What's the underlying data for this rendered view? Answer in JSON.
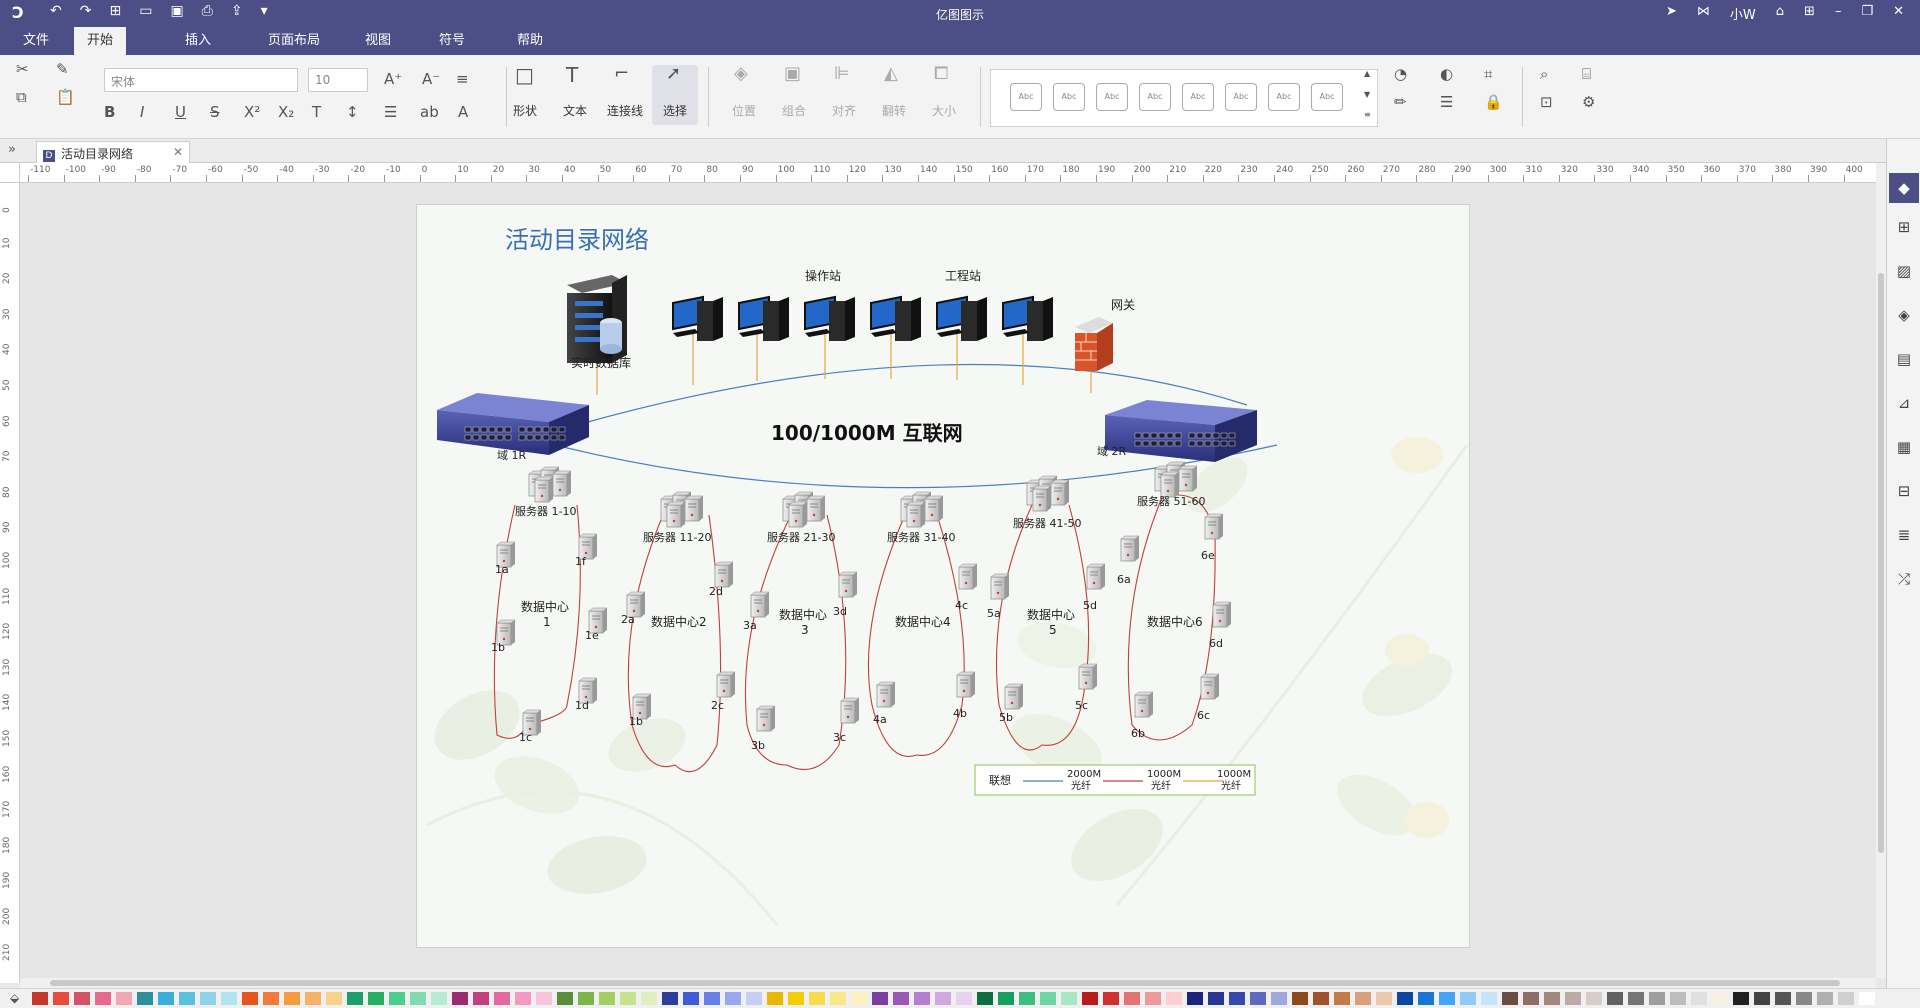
{
  "app": {
    "title": "亿图图示",
    "logo": "edraw-logo-icon"
  },
  "title_bar_right": {
    "user": "小W"
  },
  "menu": {
    "tabs": [
      "文件",
      "开始",
      "插入",
      "页面布局",
      "视图",
      "符号",
      "帮助"
    ],
    "active": "开始"
  },
  "toolbar": {
    "font_family": "宋体",
    "font_size": "10",
    "tools": [
      {
        "label": "形状",
        "icon": "square-icon"
      },
      {
        "label": "文本",
        "icon": "text-icon"
      },
      {
        "label": "连接线",
        "icon": "connector-icon"
      },
      {
        "label": "选择",
        "icon": "cursor-icon"
      }
    ],
    "arrange": [
      {
        "label": "位置",
        "icon": "layers-icon"
      },
      {
        "label": "组合",
        "icon": "group-icon"
      },
      {
        "label": "对齐",
        "icon": "align-icon"
      },
      {
        "label": "翻转",
        "icon": "flip-icon"
      },
      {
        "label": "大小",
        "icon": "size-icon"
      }
    ],
    "styles": [
      "Abc",
      "Abc",
      "Abc",
      "Abc",
      "Abc",
      "Abc",
      "Abc",
      "Abc"
    ]
  },
  "document_tab": {
    "name": "活动目录网络"
  },
  "ruler_h_labels": [
    "-110",
    "-100",
    "-90",
    "-80",
    "-70",
    "-60",
    "-50",
    "-40",
    "-30",
    "-20",
    "-10",
    "0",
    "10",
    "20",
    "30",
    "40",
    "50",
    "60",
    "70",
    "80",
    "90",
    "100",
    "110",
    "120",
    "130",
    "140",
    "150",
    "160",
    "170",
    "180",
    "190",
    "200",
    "210",
    "220",
    "230",
    "240",
    "250",
    "260",
    "270",
    "280",
    "290",
    "300",
    "310",
    "320",
    "330",
    "340",
    "350",
    "360",
    "370",
    "380",
    "390",
    "400"
  ],
  "ruler_v_labels": [
    "0",
    "10",
    "20",
    "30",
    "40",
    "50",
    "60",
    "70",
    "80",
    "90",
    "100",
    "110",
    "120",
    "130",
    "140",
    "150",
    "160",
    "170",
    "180",
    "190",
    "200",
    "210"
  ],
  "diagram": {
    "title": "活动目录网络",
    "center_label": "100/1000M 互联网",
    "db_label": "实时数据库",
    "operator_label": "操作站",
    "engineer_label": "工程站",
    "gateway_label": "网关",
    "switch_left_label": "域 1R",
    "switch_right_label": "域 2R",
    "server_groups": [
      {
        "label": "服务器 1-10",
        "dc": "数据中心\n1",
        "nodes": [
          "1a",
          "1b",
          "1c",
          "1d",
          "1e",
          "1f"
        ]
      },
      {
        "label": "服务器 11-20",
        "dc": "数据中心2",
        "nodes": [
          "2a",
          "1b",
          "2c",
          "2d"
        ]
      },
      {
        "label": "服务器 21-30",
        "dc": "数据中心\n3",
        "nodes": [
          "3a",
          "3b",
          "3c",
          "3d"
        ]
      },
      {
        "label": "服务器 31-40",
        "dc": "数据中心4",
        "nodes": [
          "4a",
          "4b",
          "4c"
        ]
      },
      {
        "label": "服务器 41-50",
        "dc": "数据中心\n5",
        "nodes": [
          "5a",
          "5b",
          "5c",
          "5d"
        ]
      },
      {
        "label": "服务器 51-60",
        "dc": "数据中心6",
        "nodes": [
          "6a",
          "6b",
          "6c",
          "6d",
          "6e"
        ]
      }
    ],
    "legend": {
      "title": "联想",
      "items": [
        {
          "label": "2000M\n光纤",
          "color": "#4a7fc1"
        },
        {
          "label": "1000M\n光纤",
          "color": "#c0403a"
        },
        {
          "label": "1000M\n光纤",
          "color": "#e2a83c"
        }
      ]
    }
  },
  "colors": {
    "accent": "#4b4f86",
    "link_blue": "#4a7fc1",
    "link_red": "#c0403a",
    "link_yellow": "#e2a83c",
    "title_blue": "#3a6fb5"
  },
  "palette": [
    "#c0392b",
    "#e74c3c",
    "#d35368",
    "#e86a8a",
    "#f1a7b8",
    "#2f8f9d",
    "#3aaed8",
    "#5bc0de",
    "#8fd3e8",
    "#b2e4ef",
    "#e8541e",
    "#f37a3b",
    "#f59b42",
    "#f7b267",
    "#fad18a",
    "#1e9e6e",
    "#27ae60",
    "#4ccf8e",
    "#7fdcb0",
    "#b6ebd3",
    "#9b2c6f",
    "#c2407f",
    "#e26aa1",
    "#f29ac2",
    "#f8c4db",
    "#5a8e3a",
    "#7ab648",
    "#a2cf62",
    "#c6e28f",
    "#e0efbe",
    "#2c3e99",
    "#3f5bd6",
    "#6a80e6",
    "#98a8ee",
    "#c5cff5",
    "#e6b800",
    "#f3cd05",
    "#f6db4c",
    "#f9e78a",
    "#fcf2c0",
    "#7b3fa0",
    "#9b59b6",
    "#b57fd0",
    "#cfa8e0",
    "#e6d2ef",
    "#0f6e41",
    "#16a05d",
    "#3cbf7e",
    "#6fd5a2",
    "#a8e6c6",
    "#b71c1c",
    "#d32f2f",
    "#e57373",
    "#ef9a9a",
    "#ffcdd2",
    "#1a237e",
    "#283593",
    "#3949ab",
    "#5c6bc0",
    "#9fa8da",
    "#8d4a1c",
    "#a0522d",
    "#c47a44",
    "#d9a07a",
    "#ecc9ae",
    "#0d47a1",
    "#1976d2",
    "#42a5f5",
    "#90caf9",
    "#c5e3fb",
    "#6d4c41",
    "#8d6e63",
    "#a1887f",
    "#bcaaa4",
    "#d7ccc8",
    "#616161",
    "#757575",
    "#9e9e9e",
    "#bdbdbd",
    "#e0e0e0",
    "#f5f0e1",
    "#212121",
    "#424242",
    "#555555",
    "#888888",
    "#b0b0b0",
    "#cfcfcf",
    "#ffffff"
  ]
}
